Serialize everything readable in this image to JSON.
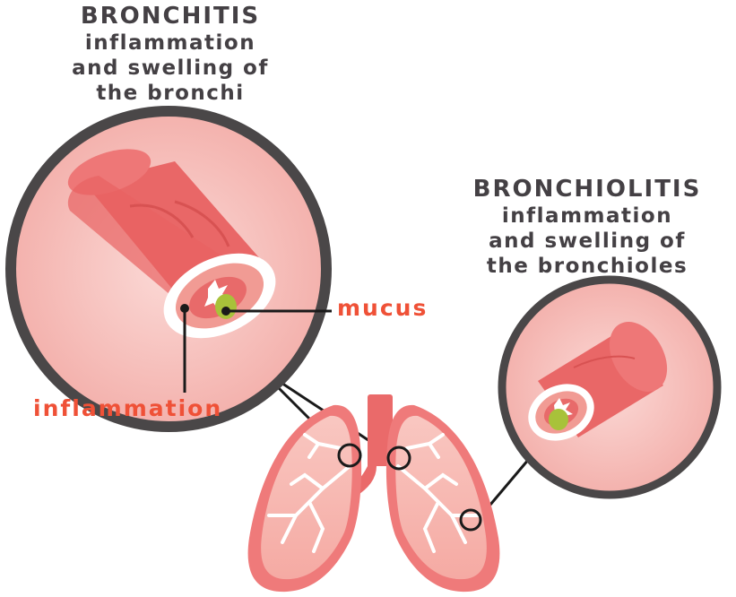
{
  "bronchitis": {
    "title": "BRONCHITIS",
    "line1": "inflammation",
    "line2": "and swelling of",
    "line3": "the bronchi"
  },
  "bronchiolitis": {
    "title": "BRONCHIOLITIS",
    "line1": "inflammation",
    "line2": "and swelling of",
    "line3": "the bronchioles"
  },
  "labels": {
    "mucus": "mucus",
    "inflammation": "inflammation"
  },
  "colors": {
    "text_dark": "#444044",
    "accent_label": "#ef5137",
    "circle_border": "#4a4748",
    "tissue": "#ea6a6a",
    "mucus": "#a8c23a"
  }
}
